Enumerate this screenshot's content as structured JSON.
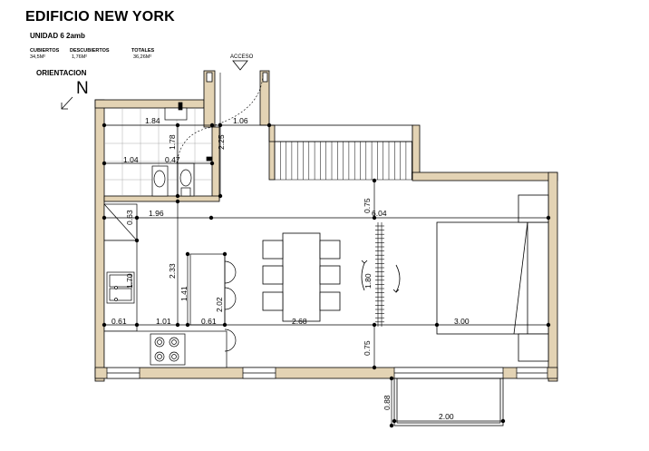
{
  "header": {
    "title": "EDIFICIO NEW YORK",
    "unit": "UNIDAD 6 2amb"
  },
  "areas": [
    {
      "label": "CUBIERTOS",
      "value": "34,5M²"
    },
    {
      "label": "DESCUBIERTOS",
      "value": "1,76M²"
    },
    {
      "label": "TOTALES",
      "value": "36,26M²"
    }
  ],
  "orientation": {
    "label": "ORIENTACION",
    "north": "N"
  },
  "access_label": "ACCESO",
  "dimensions": {
    "d184": "1.84",
    "d106": "1.06",
    "d178": "1.78",
    "d225": "2.25",
    "d104": "1.04",
    "d047": "0.47",
    "d196": "1.96",
    "d063": "0.63",
    "d075a": "0.75",
    "d604": "6.04",
    "d233": "2.33",
    "d170": "1.70",
    "d141": "1.41",
    "d202": "2.02",
    "d180": "1.80",
    "d061a": "0.61",
    "d101": "1.01",
    "d061b": "0.61",
    "d268": "2.68",
    "d300": "3.00",
    "d075b": "0.75",
    "d088": "0.88",
    "d200": "2.00"
  },
  "colors": {
    "wall": "#e3d3b4",
    "line": "#000000"
  }
}
